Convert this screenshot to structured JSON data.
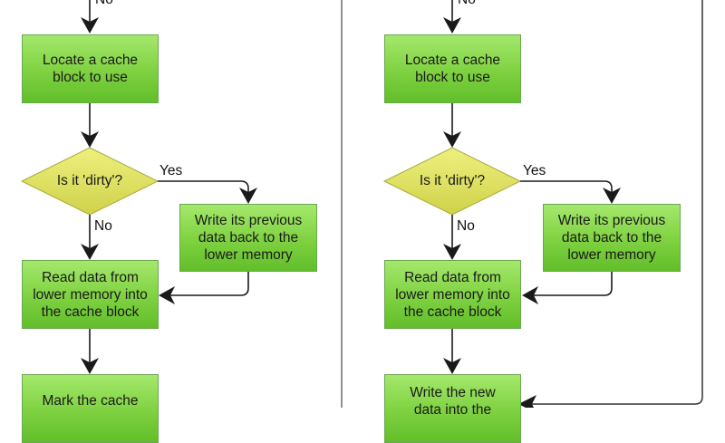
{
  "flowchart_left": {
    "top_label": "No",
    "locate": "Locate a cache\nblock to use",
    "decision": "Is it 'dirty'?",
    "yes_label": "Yes",
    "no_label": "No",
    "write_back": "Write its previous\ndata back to the\nlower memory",
    "read": "Read data from\nlower memory into\nthe cache block",
    "mark": "Mark the cache"
  },
  "flowchart_right": {
    "top_label": "No",
    "locate": "Locate a cache\nblock to use",
    "decision": "Is it 'dirty'?",
    "yes_label": "Yes",
    "no_label": "No",
    "write_back": "Write its previous\ndata back to the\nlower memory",
    "read": "Read data from\nlower memory into\nthe cache block",
    "write_new": "Write the new\ndata into the"
  },
  "colors": {
    "process_fill": "#7ed140",
    "decision_fill": "#e1e36a",
    "line": "#1a1a1a",
    "divider": "#555555"
  }
}
